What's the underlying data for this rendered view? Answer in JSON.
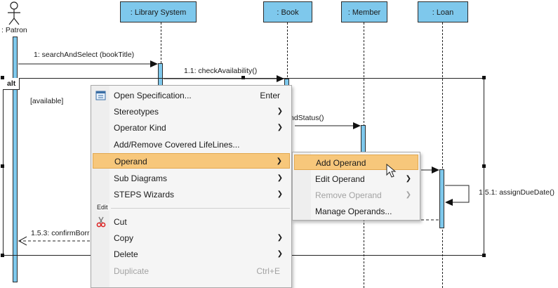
{
  "diagram": {
    "patron_label": ": Patron",
    "lifelines": [
      {
        "label": ": Library System"
      },
      {
        "label": ": Book"
      },
      {
        "label": ": Member"
      },
      {
        "label": ": Loan"
      }
    ],
    "fragment": {
      "operator": "alt",
      "guard": "[available]"
    },
    "messages": {
      "m1": "1: searchAndSelect (bookTitle)",
      "m11": "1.1: checkAvailability()",
      "m_partial": "ndStatus()",
      "m151": "1.5.1: assignDueDate()",
      "m153": "1.5.3: confirmBorr"
    }
  },
  "context_menu": {
    "items": [
      {
        "label": "Open Specification...",
        "shortcut": "Enter"
      },
      {
        "label": "Stereotypes"
      },
      {
        "label": "Operator Kind"
      },
      {
        "label": "Add/Remove Covered LifeLines..."
      },
      {
        "label": "Operand"
      },
      {
        "label": "Sub Diagrams"
      },
      {
        "label": "STEPS Wizards"
      }
    ],
    "section_edit": "Edit",
    "edit_items": [
      {
        "label": "Cut"
      },
      {
        "label": "Copy"
      },
      {
        "label": "Delete"
      },
      {
        "label": "Duplicate",
        "shortcut": "Ctrl+E"
      }
    ]
  },
  "submenu": {
    "items": [
      {
        "label": "Add Operand"
      },
      {
        "label": "Edit Operand"
      },
      {
        "label": "Remove Operand"
      },
      {
        "label": "Manage Operands..."
      }
    ]
  },
  "colors": {
    "lifeline_fill": "#7ec8ec",
    "menu_highlight": "#f7c77b"
  }
}
